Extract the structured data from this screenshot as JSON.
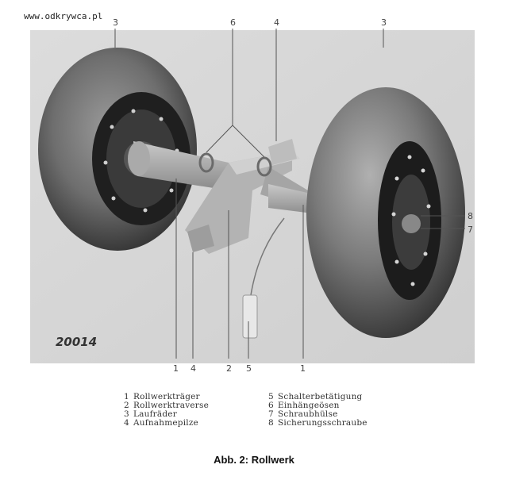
{
  "watermark": "www.odkrywca.pl",
  "photo": {
    "code": "20014",
    "callouts_top": [
      "3",
      "6",
      "4",
      "3"
    ],
    "callouts_side": [
      "8",
      "7"
    ],
    "callouts_bottom": [
      "1",
      "4",
      "2",
      "5",
      "1"
    ]
  },
  "legend": {
    "left": [
      {
        "num": "1",
        "text": "Rollwerkträger"
      },
      {
        "num": "2",
        "text": "Rollwerktraverse"
      },
      {
        "num": "3",
        "text": "Laufräder"
      },
      {
        "num": "4",
        "text": "Aufnahmepilze"
      }
    ],
    "right": [
      {
        "num": "5",
        "text": "Schalterbetätigung"
      },
      {
        "num": "6",
        "text": "Einhängeösen"
      },
      {
        "num": "7",
        "text": "Schraubhülse"
      },
      {
        "num": "8",
        "text": "Sicherungsschraube"
      }
    ]
  },
  "caption": "Abb. 2: Rollwerk"
}
